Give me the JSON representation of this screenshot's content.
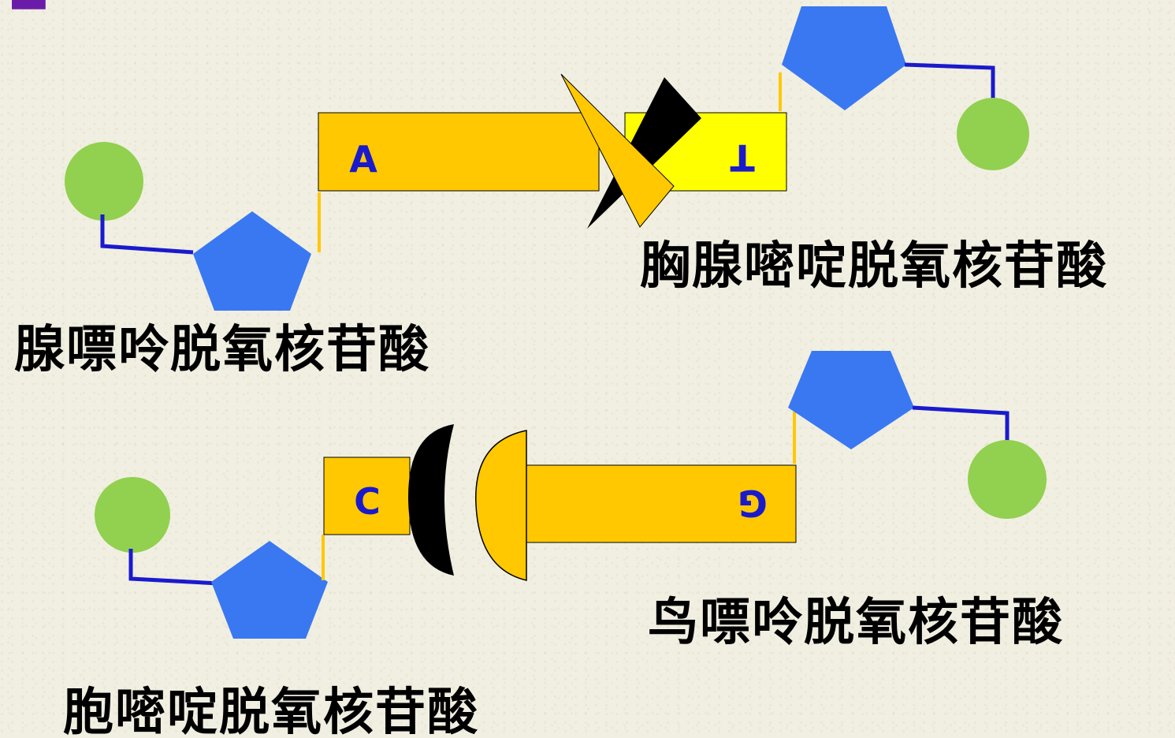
{
  "colors": {
    "background": "#f1efe1",
    "phosphate": "#92d050",
    "sugar": "#3a78f2",
    "bond_line": "#1a1acd",
    "base_orange": "#ffc800",
    "base_yellow": "#ffff00",
    "connector": "#ffc800",
    "text": "#000000",
    "base_letter": "#1a1acd"
  },
  "nucleotides": {
    "adenine": {
      "base_letter": "A",
      "name": "腺嘌呤脱氧核苷酸"
    },
    "thymine": {
      "base_letter": "T",
      "name": "胸腺嘧啶脱氧核苷酸"
    },
    "guanine": {
      "base_letter": "G",
      "name": "鸟嘌呤脱氧核苷酸"
    },
    "cytosine": {
      "base_letter": "C",
      "name": "胞嘧啶脱氧核苷酸"
    }
  }
}
